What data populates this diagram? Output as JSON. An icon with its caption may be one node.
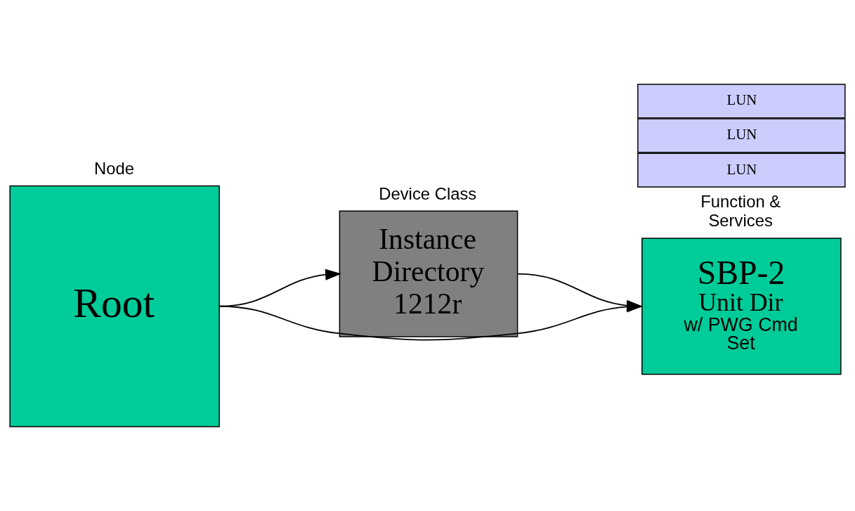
{
  "diagram": {
    "nodes": [
      {
        "text": [
          "Node",
          "Root"
        ]
      },
      {
        "text": [
          "Device Class",
          "Instance Directory 1212r"
        ]
      },
      {
        "text": [
          "Function & Services",
          "SBP-2",
          "Unit Dir",
          "w/ PWG Cmd Set"
        ]
      },
      {
        "text": [
          "LUN"
        ]
      },
      {
        "text": [
          "LUN"
        ]
      },
      {
        "text": [
          "LUN"
        ]
      }
    ],
    "edges": [
      {
        "from": 0,
        "to": 1,
        "arrow": "to"
      },
      {
        "from": 1,
        "to": 2,
        "arrow": "to"
      },
      {
        "from": 0,
        "to": 2,
        "arrow": "to"
      }
    ]
  }
}
